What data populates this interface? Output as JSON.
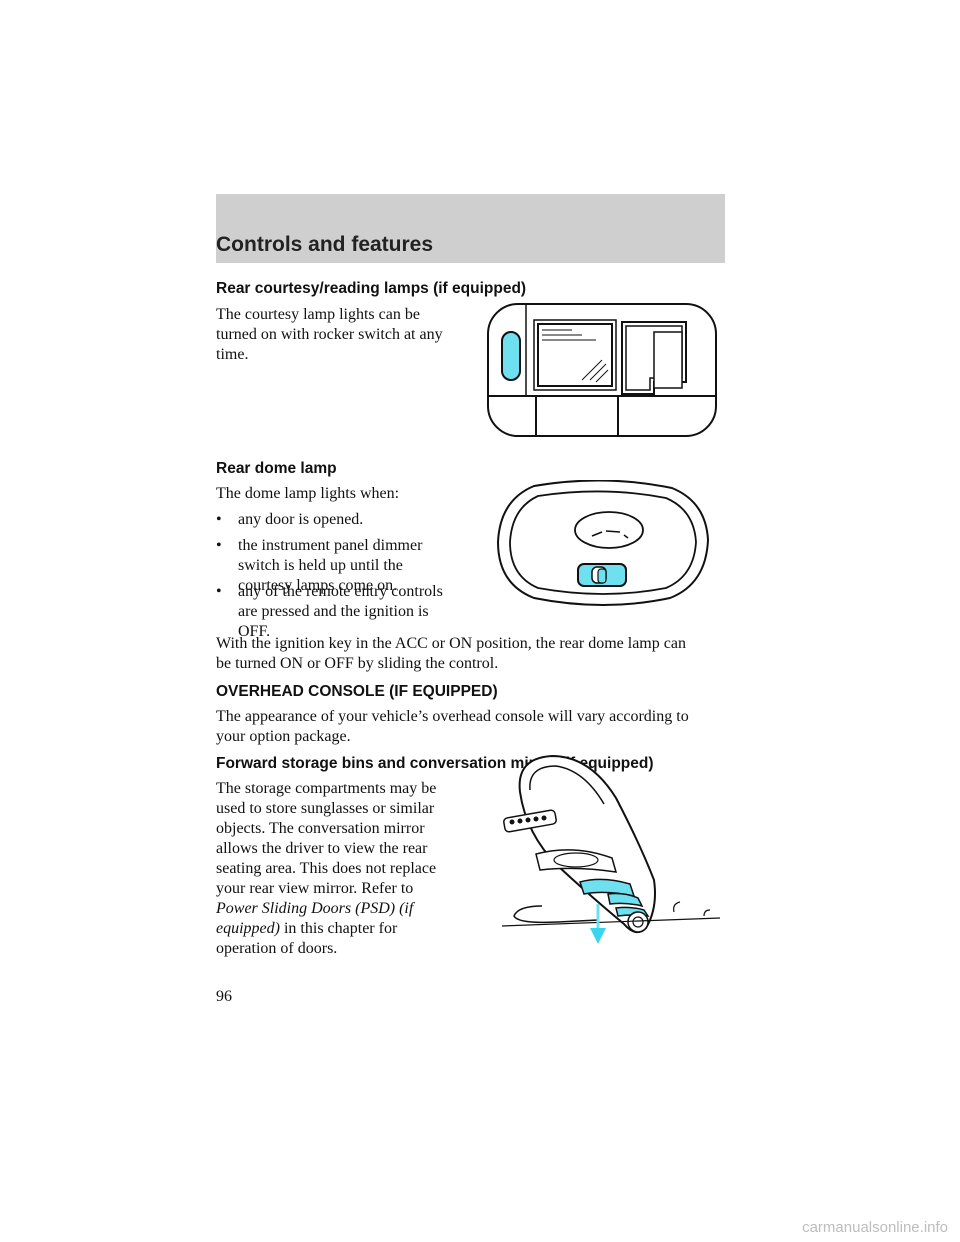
{
  "header": {
    "title": "Controls and features"
  },
  "section1": {
    "heading": "Rear courtesy/reading lamps (if equipped)",
    "lines": [
      "The courtesy lamp lights can be",
      "turned on with rocker switch at any",
      "time."
    ]
  },
  "section2": {
    "heading": "Rear dome lamp",
    "intro": "The dome lamp lights when:",
    "bullet_glyph": "•",
    "bullets": [
      [
        "any door is opened."
      ],
      [
        "the instrument panel dimmer",
        "switch is held up until the",
        "courtesy lamps come on."
      ],
      [
        "any of the remote entry controls",
        "are pressed and the ignition is",
        "OFF."
      ]
    ],
    "after": [
      "With the ignition key in the ACC or ON position, the rear dome lamp can",
      "be turned ON or OFF by sliding the control."
    ]
  },
  "section3": {
    "heading": "OVERHEAD CONSOLE (IF EQUIPPED)",
    "lines": [
      "The appearance of your vehicle’s overhead console will vary according to",
      "your option package."
    ]
  },
  "section4": {
    "heading": "Forward storage bins and conversation mirror (if equipped)",
    "lines": [
      "The storage compartments may be",
      "used to store sunglasses or similar",
      "objects. The conversation mirror",
      "allows the driver to view the rear",
      "seating area. This does not replace",
      "your rear view mirror. Refer to"
    ],
    "ref_italic_1": "Power Sliding Doors (PSD) (if",
    "ref_italic_2": "equipped)",
    "ref_tail": " in this chapter for",
    "last_line": "operation of doors."
  },
  "page_number": "96",
  "watermark": "carmanualsonline.info",
  "colors": {
    "header_band": "#cfcfcf",
    "highlight": "#6fe0f0"
  }
}
